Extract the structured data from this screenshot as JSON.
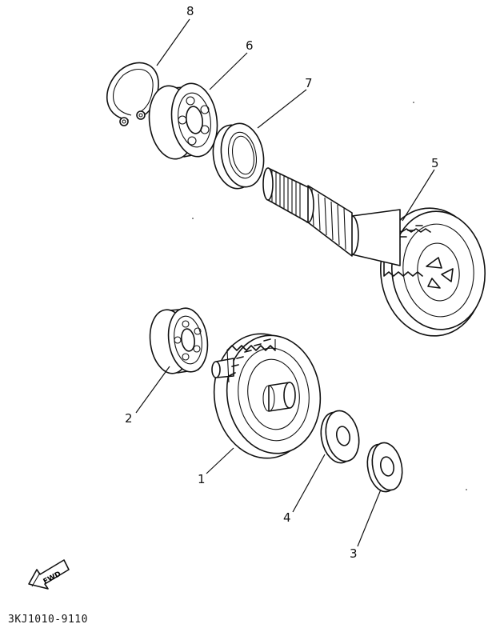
{
  "diagram": {
    "parts": [
      {
        "id": "part-1",
        "number": "1"
      },
      {
        "id": "part-2",
        "number": "2"
      },
      {
        "id": "part-3",
        "number": "3"
      },
      {
        "id": "part-4",
        "number": "4"
      },
      {
        "id": "part-5",
        "number": "5"
      },
      {
        "id": "part-6",
        "number": "6"
      },
      {
        "id": "part-7",
        "number": "7"
      },
      {
        "id": "part-8",
        "number": "8"
      }
    ],
    "fwd_label": "FWD",
    "drawing_code": "3KJ1010-9110"
  }
}
